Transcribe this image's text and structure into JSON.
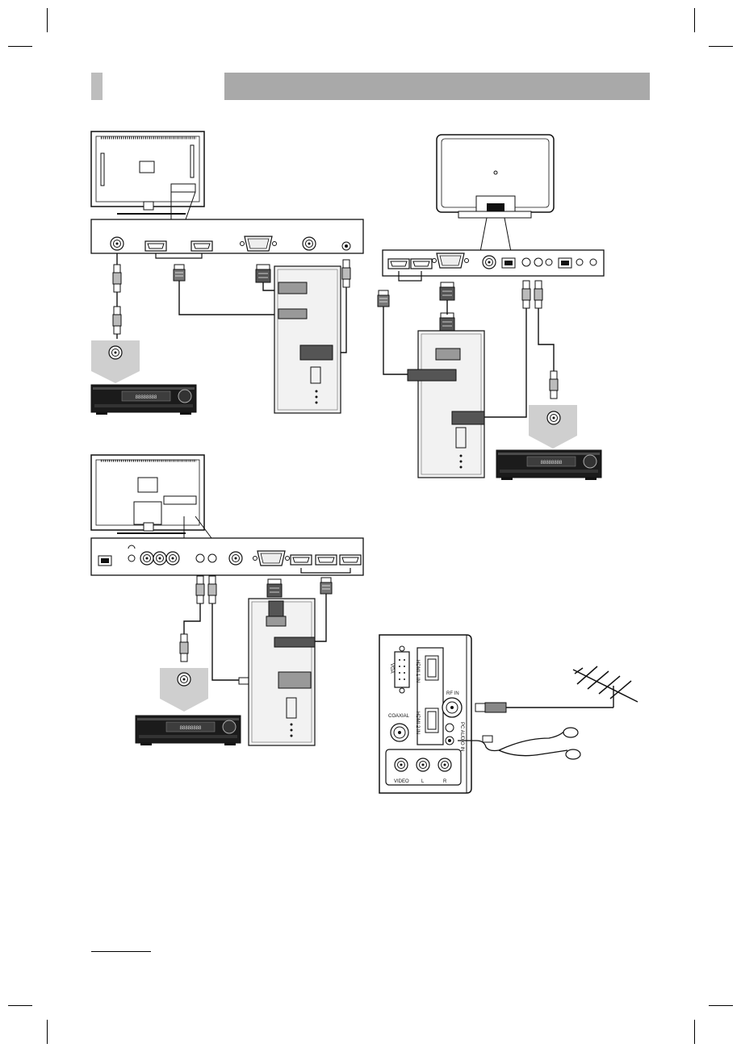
{
  "header": {
    "left_block_color": "#bdbdbd",
    "bar_color": "#a9a9a9"
  },
  "rear_panel_closeup": {
    "vga_label": "VGA",
    "hdmi1_label": "HDMI 1 IN",
    "hdmi2_label": "HDMI 2 IN",
    "rf_label": "RF IN",
    "coaxial_label": "COAXIAL",
    "pc_audio_label": "PC AUDIO IN",
    "video_label": "VIDEO",
    "l_label": "L",
    "r_label": "R"
  },
  "icons": [
    "tv-rear-icon",
    "connector-panel-icon",
    "dvd-player-icon",
    "pc-tower-icon",
    "antenna-icon",
    "earphones-icon",
    "hdmi-cable-icon",
    "vga-cable-icon",
    "rca-cable-icon"
  ]
}
